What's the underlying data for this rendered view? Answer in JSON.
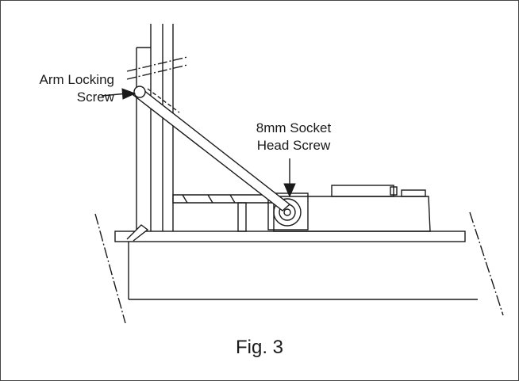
{
  "labels": {
    "arm_locking_screw_line1": "Arm Locking",
    "arm_locking_screw_line2": "Screw",
    "socket_screw_line1": "8mm Socket",
    "socket_screw_line2": "Head Screw"
  },
  "caption": "Fig. 3",
  "colors": {
    "line": "#1a1a1a",
    "border": "#444444",
    "background": "#ffffff"
  }
}
